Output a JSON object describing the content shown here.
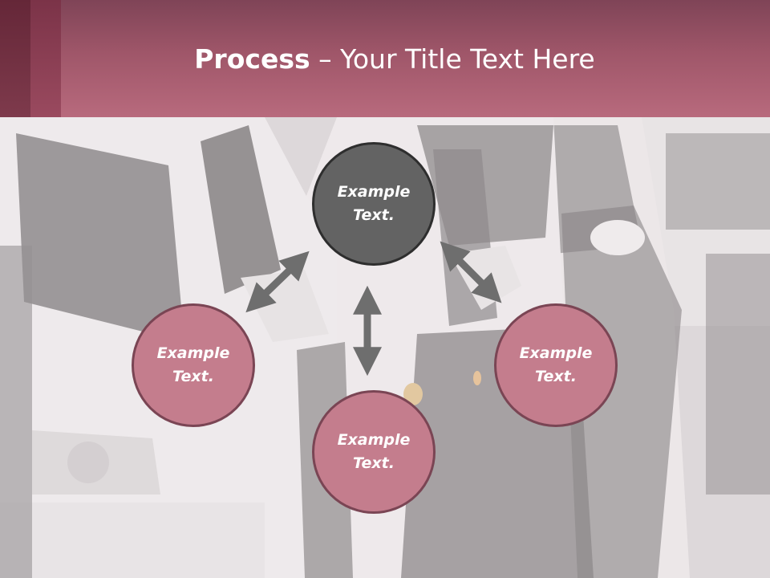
{
  "slide": {
    "title_bold": "Process",
    "title_rest": " – Your Title Text Here"
  },
  "diagram": {
    "center": {
      "text": "Example Text."
    },
    "left": {
      "text": "Example Text."
    },
    "bottom": {
      "text": "Example Text."
    },
    "right": {
      "text": "Example Text."
    }
  },
  "colors": {
    "header": "#b86a7d",
    "header_accent": "#7e3a4c",
    "center_fill": "#636363",
    "outer_fill": "#c47d8d",
    "outer_border": "#7a4554",
    "arrow": "#6e6e6e"
  }
}
